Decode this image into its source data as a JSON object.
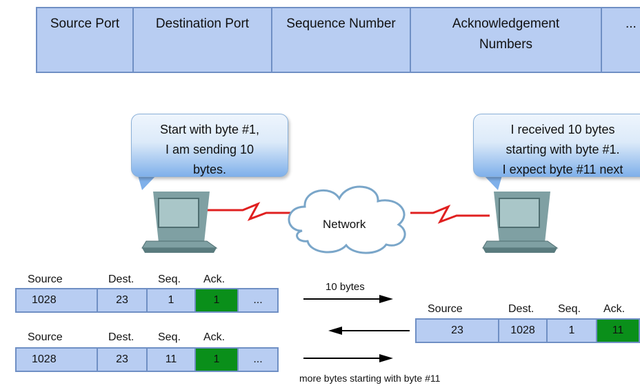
{
  "header": {
    "fields": [
      "Source Port",
      "Destination Port",
      "Sequence Number",
      "Acknowledgement\nNumbers",
      "..."
    ]
  },
  "bubbles": {
    "sender": "Start with byte #1,\nI am sending 10\nbytes.",
    "receiver": "I received 10 bytes\nstarting with byte #1.\nI expect byte #11 next"
  },
  "network": {
    "label": "Network"
  },
  "packets": {
    "labels": [
      "Source",
      "Dest.",
      "Seq.",
      "Ack."
    ],
    "first": {
      "source": "1028",
      "dest": "23",
      "seq": "1",
      "ack": "1",
      "more": "..."
    },
    "second": {
      "source": "1028",
      "dest": "23",
      "seq": "11",
      "ack": "1",
      "more": "..."
    },
    "reply": {
      "source": "23",
      "dest": "1028",
      "seq": "1",
      "ack": "11"
    }
  },
  "arrows": {
    "first": "10 bytes",
    "second": "more bytes starting with byte #11"
  },
  "colors": {
    "field": "#b8cdf2",
    "border": "#6f8fc4",
    "ack_highlight": "#0a8f1a",
    "link": "#e02020"
  }
}
